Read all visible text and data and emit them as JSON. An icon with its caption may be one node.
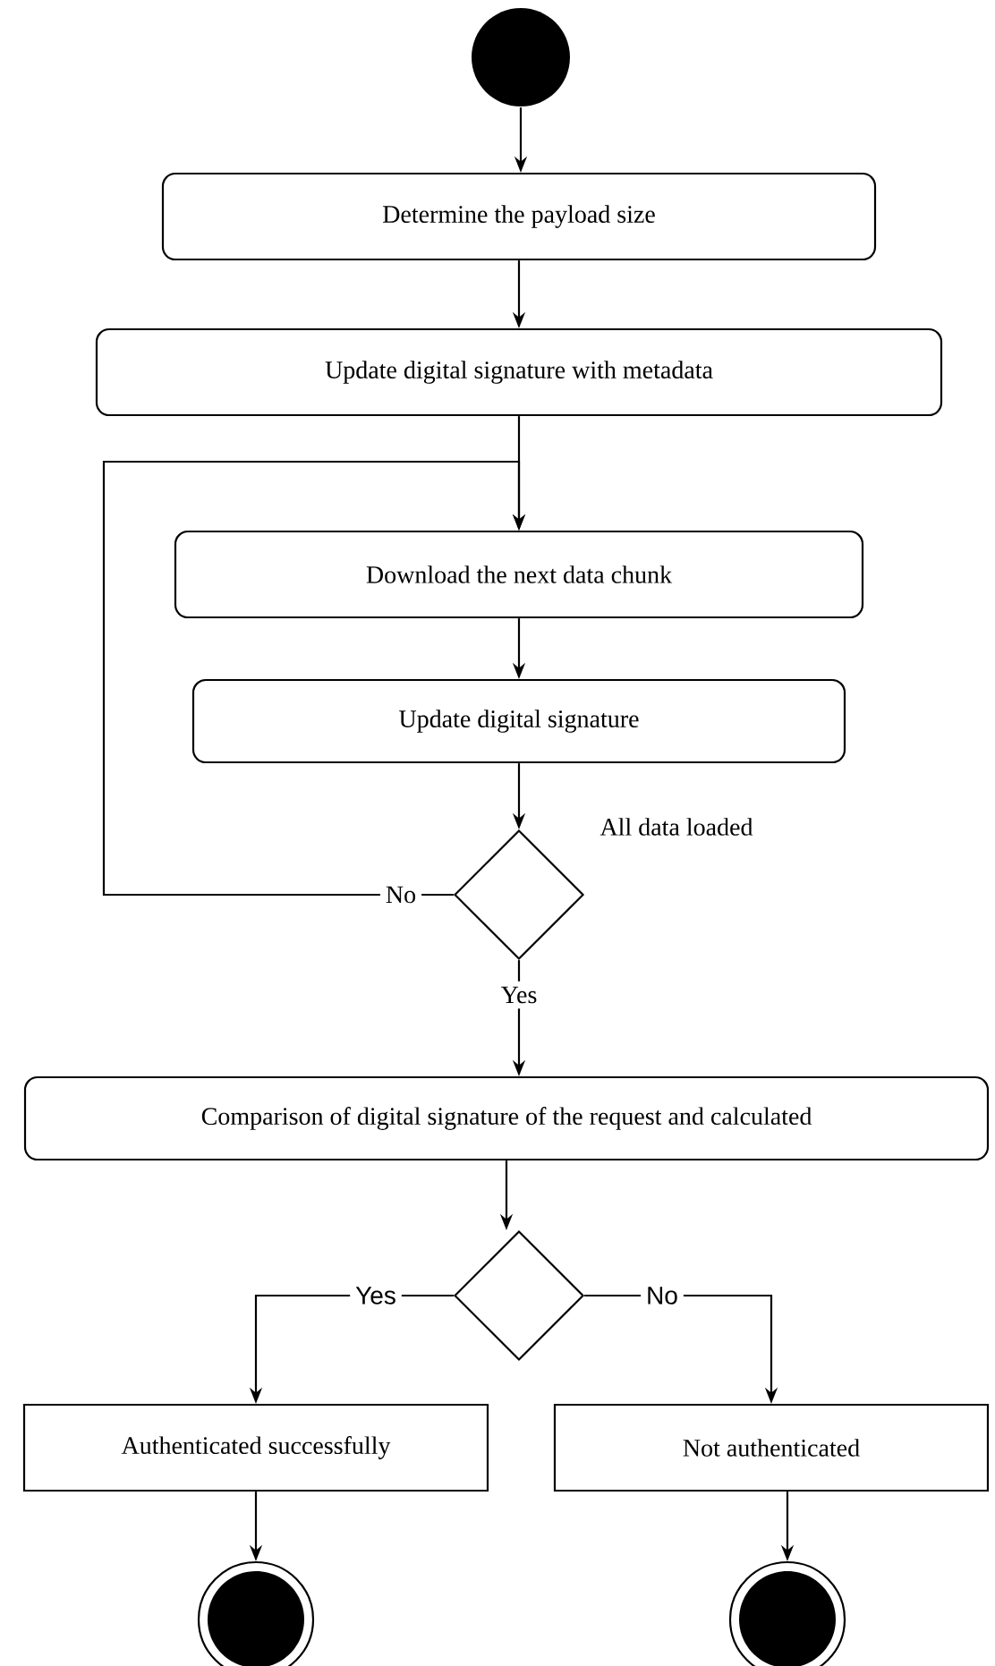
{
  "diagram": {
    "nodes": [
      {
        "text": [],
        "shape": "circle"
      },
      {
        "text": [
          "Determine the payload size"
        ]
      },
      {
        "text": [
          "Update digital signature with metadata"
        ]
      },
      {
        "text": [
          "Download the next data chunk"
        ]
      },
      {
        "text": [
          "Update digital signature"
        ]
      },
      {
        "text": [],
        "shape": "diamond",
        "beside": [
          "All data loaded"
        ]
      },
      {
        "text": [
          "Comparison of digital signature of the request and calculated"
        ]
      },
      {
        "text": [],
        "shape": "diamond"
      },
      {
        "text": [
          "Authenticated successfully"
        ]
      },
      {
        "text": [
          "Not authenticated"
        ]
      },
      {
        "text": [],
        "shape": "circle"
      },
      {
        "text": [],
        "shape": "circle"
      }
    ],
    "edges": [
      {
        "from": 0,
        "to": 1,
        "arrow": "to"
      },
      {
        "from": 1,
        "to": 2,
        "arrow": "to"
      },
      {
        "from": 2,
        "to": 3,
        "arrow": "to"
      },
      {
        "from": 3,
        "to": 4,
        "arrow": "to"
      },
      {
        "from": 4,
        "to": 5,
        "arrow": "to"
      },
      {
        "from": 5,
        "to": 3,
        "arrow": "to",
        "label": "No"
      },
      {
        "from": 5,
        "to": 6,
        "arrow": "to",
        "label": "Yes"
      },
      {
        "from": 6,
        "to": 7,
        "arrow": "to"
      },
      {
        "from": 7,
        "to": 8,
        "arrow": "to",
        "label": "Yes"
      },
      {
        "from": 7,
        "to": 9,
        "arrow": "to",
        "label": "No"
      },
      {
        "from": 8,
        "to": 10,
        "arrow": "to"
      },
      {
        "from": 9,
        "to": 11,
        "arrow": "to"
      }
    ]
  }
}
